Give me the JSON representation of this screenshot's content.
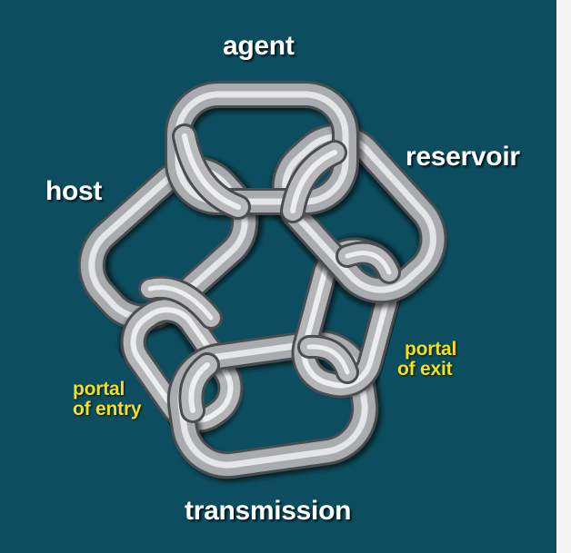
{
  "diagram": {
    "nodes": [
      {
        "id": "agent",
        "label": "agent"
      },
      {
        "id": "reservoir",
        "label": "reservoir"
      },
      {
        "id": "portal_of_exit",
        "label": "portal of exit",
        "line1": "portal",
        "line2": "of exit"
      },
      {
        "id": "transmission",
        "label": "transmission"
      },
      {
        "id": "portal_of_entry",
        "label": "portal of entry",
        "line1": "portal",
        "line2": "of entry"
      },
      {
        "id": "host",
        "label": "host"
      }
    ],
    "colors": {
      "background": "#0c4e5f",
      "main_label": "#ffffff",
      "portal_label": "#f2e11c",
      "chain_metal": "#c4c6c8"
    }
  }
}
